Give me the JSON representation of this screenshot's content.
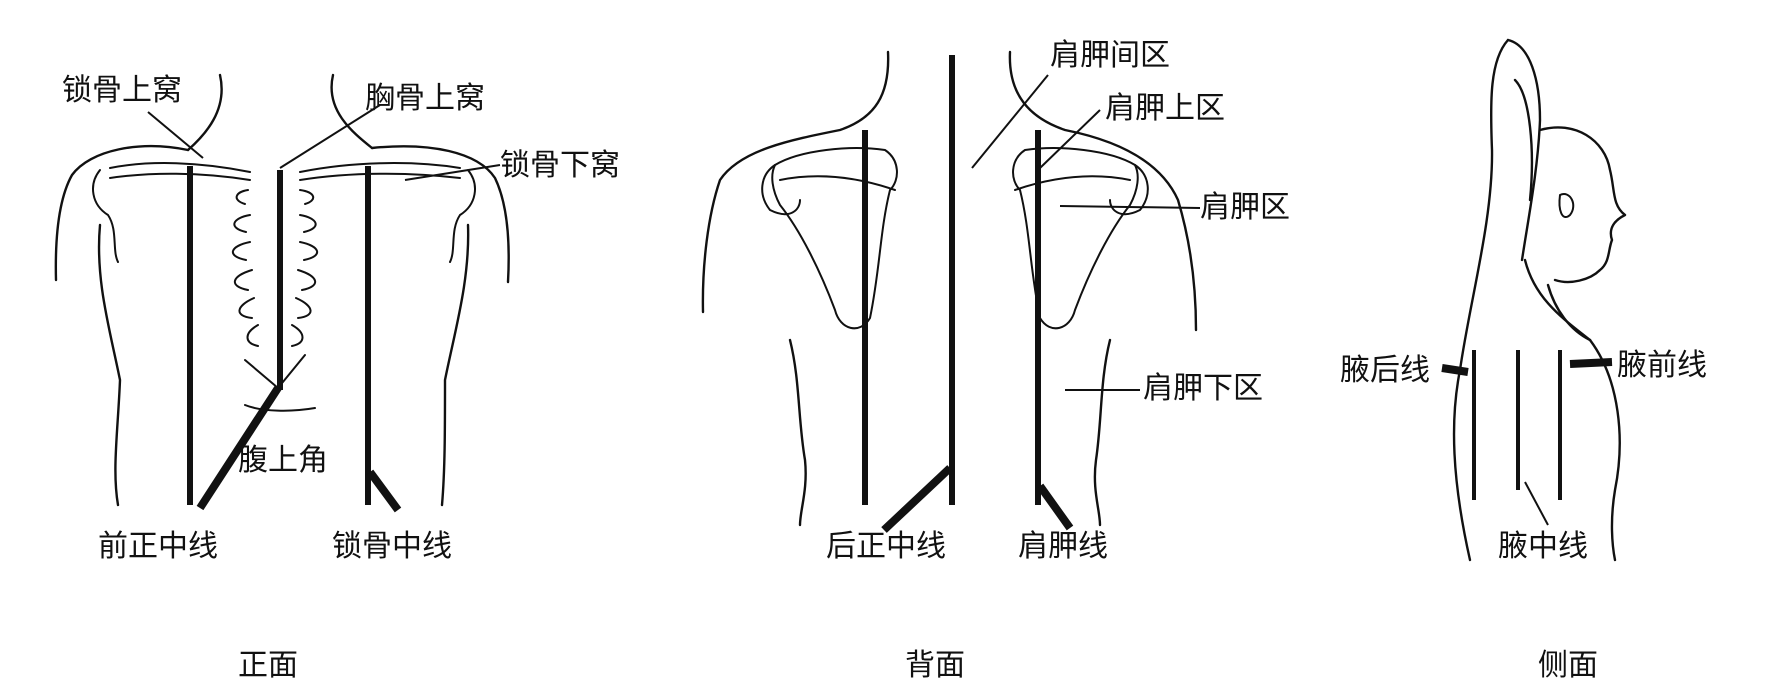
{
  "panels": {
    "front": {
      "caption": "正面",
      "labels": {
        "supraclavicular_fossa": "锁骨上窝",
        "suprasternal_fossa": "胸骨上窝",
        "infraclavicular_fossa": "锁骨下窝",
        "epigastric_angle": "腹上角",
        "anterior_midline": "前正中线",
        "midclavicular_line": "锁骨中线"
      }
    },
    "back": {
      "caption": "背面",
      "labels": {
        "interscapular_region": "肩胛间区",
        "suprascapular_region": "肩胛上区",
        "scapular_region": "肩胛区",
        "infrascapular_region": "肩胛下区",
        "posterior_midline": "后正中线",
        "scapular_line": "肩胛线"
      }
    },
    "side": {
      "caption": "侧面",
      "labels": {
        "posterior_axillary_line": "腋后线",
        "anterior_axillary_line": "腋前线",
        "mid_axillary_line": "腋中线"
      }
    }
  },
  "colors": {
    "ink": "#111111",
    "background": "#ffffff"
  }
}
